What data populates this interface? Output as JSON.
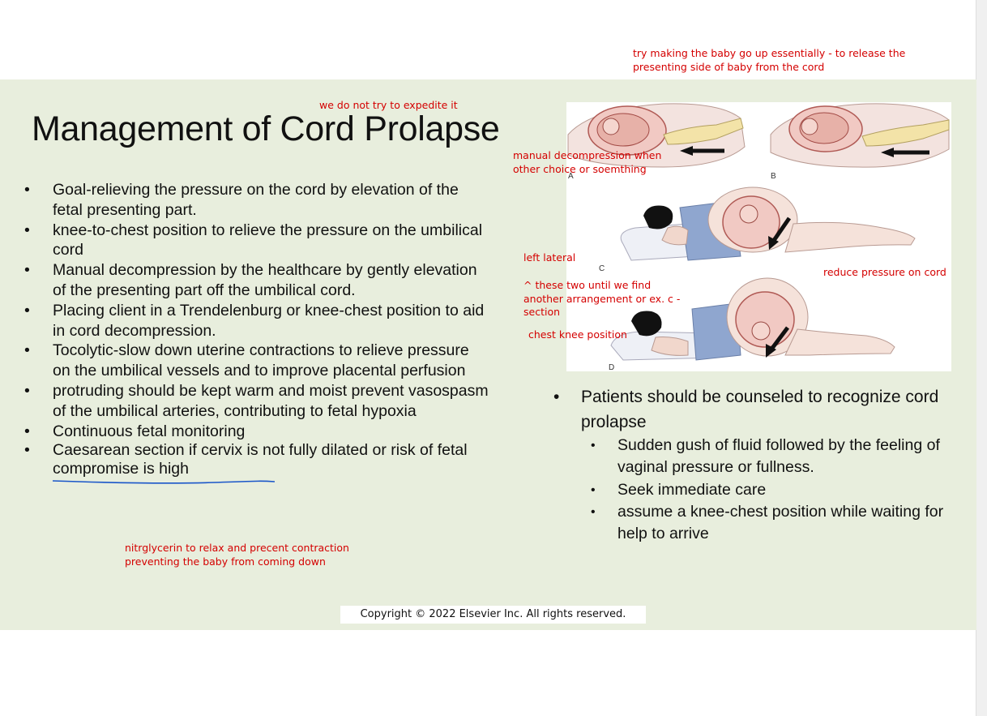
{
  "slide": {
    "title": "Management of Cord Prolapse",
    "left_bullets": [
      "Goal-relieving the pressure on the cord by elevation of the fetal presenting part.",
      "knee-to-chest position to relieve the pressure on the umbilical cord",
      "Manual decompression  by the healthcare by gently elevation of the presenting part off the umbilical cord.",
      "Placing client in a Trendelenburg or knee-chest position to aid in cord decompression.",
      "Tocolytic-slow down uterine contractions to relieve pressure on the umbilical vessels and to improve placental perfusion",
      "protruding should be kept warm and moist prevent vasospasm of the umbilical arteries, contributing to fetal hypoxia",
      "Continuous fetal monitoring",
      "Caesarean section if cervix is not fully dilated or risk of fetal compromise is high"
    ],
    "right_bullet": "Patients should be counseled to recognize cord prolapse",
    "right_subbullets": [
      "Sudden gush of fluid followed by the feeling of vaginal pressure or fullness.",
      "Seek immediate care",
      "assume a knee-chest position while waiting for help to arrive"
    ],
    "figure_labels": [
      "A",
      "B",
      "C",
      "D"
    ],
    "copyright": "Copyright © 2022 Elsevier Inc. All rights reserved."
  },
  "annotations": {
    "top_right": "try making the baby go up essentially - to release the\npresenting side of baby from the cord",
    "title_note": "we do not try to expedite it",
    "manual": "manual decompression when\nother choice or soemthing",
    "left_lateral": "left lateral",
    "reduce": "reduce pressure on cord",
    "these_two": "^ these two until we find\nanother arrangement or ex. c -\nsection",
    "chest_knee": "chest knee position",
    "nitro": "nitrglycerin to relax and precent contraction\npreventing the baby from coming down"
  },
  "colors": {
    "slide_background": "#e8eedd",
    "annotation_red": "#d40000",
    "ink_underline_blue": "#1a56c9"
  }
}
